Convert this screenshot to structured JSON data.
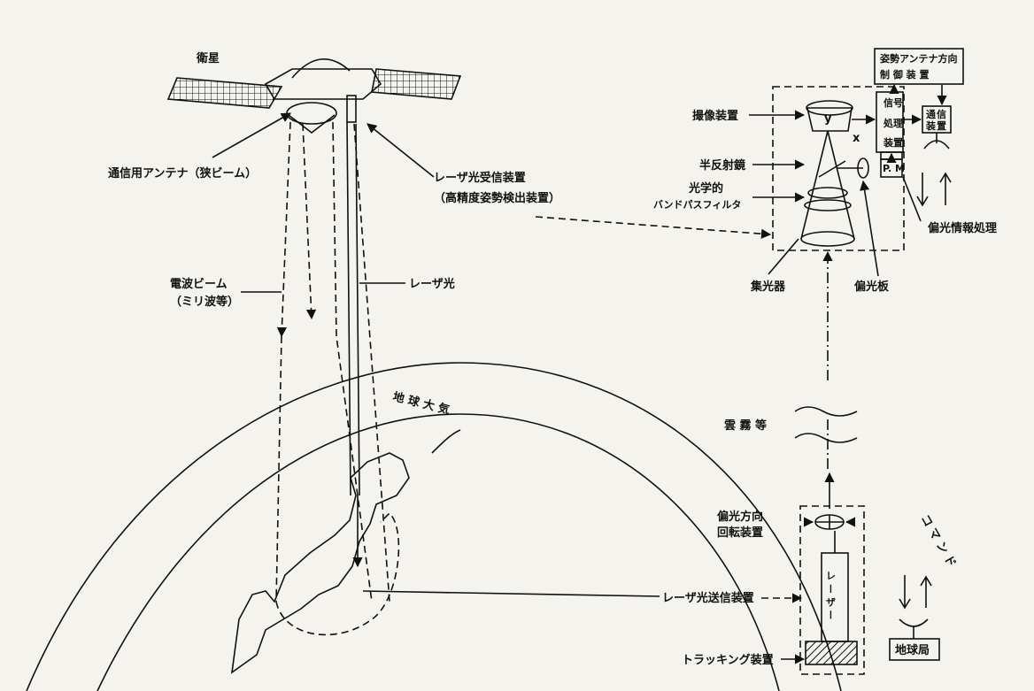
{
  "labels": {
    "satellite": "衛星",
    "comm_antenna": "通信用アンテナ（狭ビーム）",
    "laser_rx_1": "レーザ光受信装置",
    "laser_rx_2": "（高精度姿勢検出装置）",
    "radio_beam_1": "電波ビーム",
    "radio_beam_2": "（ミリ波等）",
    "laser_light": "レーザ光",
    "earth_atmosphere": "地 球 大 気",
    "laser_tx": "レーザ光送信装置",
    "imaging": "撮像装置",
    "half_mirror": "半反射鏡",
    "bpf_1": "光学的",
    "bpf_2": "バンドパスフィルタ",
    "condenser": "集光器",
    "polarizer": "偏光板",
    "signal_proc": [
      "信",
      "号",
      "処",
      "理",
      "装",
      "置"
    ],
    "attitude_ctrl_1": "姿勢アンテナ方向",
    "attitude_ctrl_2": "制 御 装 置",
    "comm_device": [
      "通",
      "信",
      "装",
      "置"
    ],
    "pol_info": "偏光情報処理",
    "pm": "P. M",
    "x_axis": "x",
    "y_axis": "y",
    "clouds": "雲 霧 等",
    "pol_rot_1": "偏光方向",
    "pol_rot_2": "回転装置",
    "laser": "レ ー ザ ー",
    "tracking": "トラッキング装置",
    "command": "コ マ ン ド",
    "ground_station": "地球局"
  }
}
